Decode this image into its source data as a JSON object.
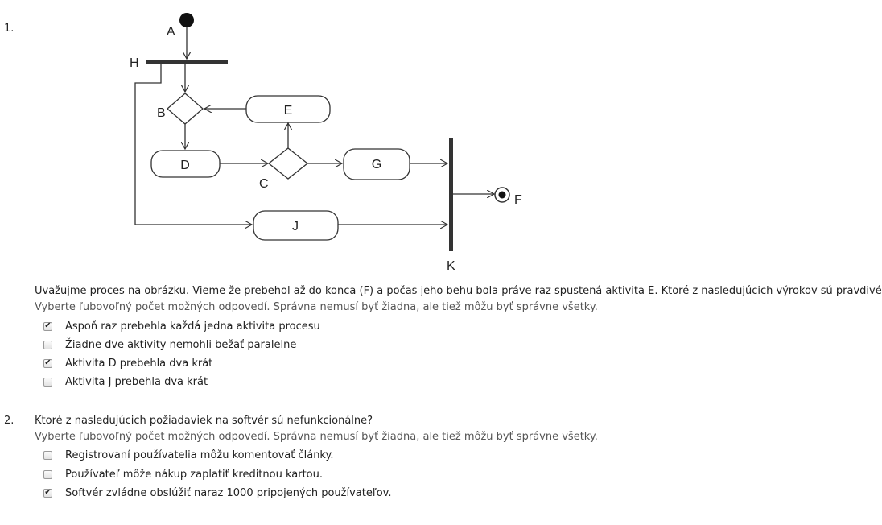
{
  "questions": [
    {
      "number": "1.",
      "text": "Uvažujme proces na obrázku. Vieme že prebehol až do konca (F) a počas jeho behu bola práve raz spustená aktivita E. Ktoré z nasledujúcich výrokov sú pravdivé?",
      "instruction": "Vyberte ľubovoľný počet možných odpovedí. Správna nemusí byť žiadna, ale tiež môžu byť správne všetky.",
      "options": [
        {
          "label": "Aspoň raz prebehla každá jedna aktivita procesu",
          "checked": true
        },
        {
          "label": "Žiadne dve aktivity nemohli bežať paralelne",
          "checked": false
        },
        {
          "label": "Aktivita D prebehla dva krát",
          "checked": true
        },
        {
          "label": "Aktivita J prebehla dva krát",
          "checked": false
        }
      ]
    },
    {
      "number": "2.",
      "text": "Ktoré z nasledujúcich požiadaviek na softvér sú nefunkcionálne?",
      "instruction": "Vyberte ľubovoľný počet možných odpovedí. Správna nemusí byť žiadna, ale tiež môžu byť správne všetky.",
      "options": [
        {
          "label": "Registrovaní používatelia môžu komentovať články.",
          "checked": false
        },
        {
          "label": "Používateľ môže nákup zaplatiť kreditnou kartou.",
          "checked": false
        },
        {
          "label": "Softvér zvládne obslúžiť naraz 1000 pripojených používateľov.",
          "checked": true
        }
      ]
    }
  ],
  "diagram": {
    "labels": {
      "A": "A",
      "H": "H",
      "B": "B",
      "E": "E",
      "D": "D",
      "C": "C",
      "G": "G",
      "F": "F",
      "J": "J",
      "K": "K"
    }
  },
  "check_glyph": "✔"
}
